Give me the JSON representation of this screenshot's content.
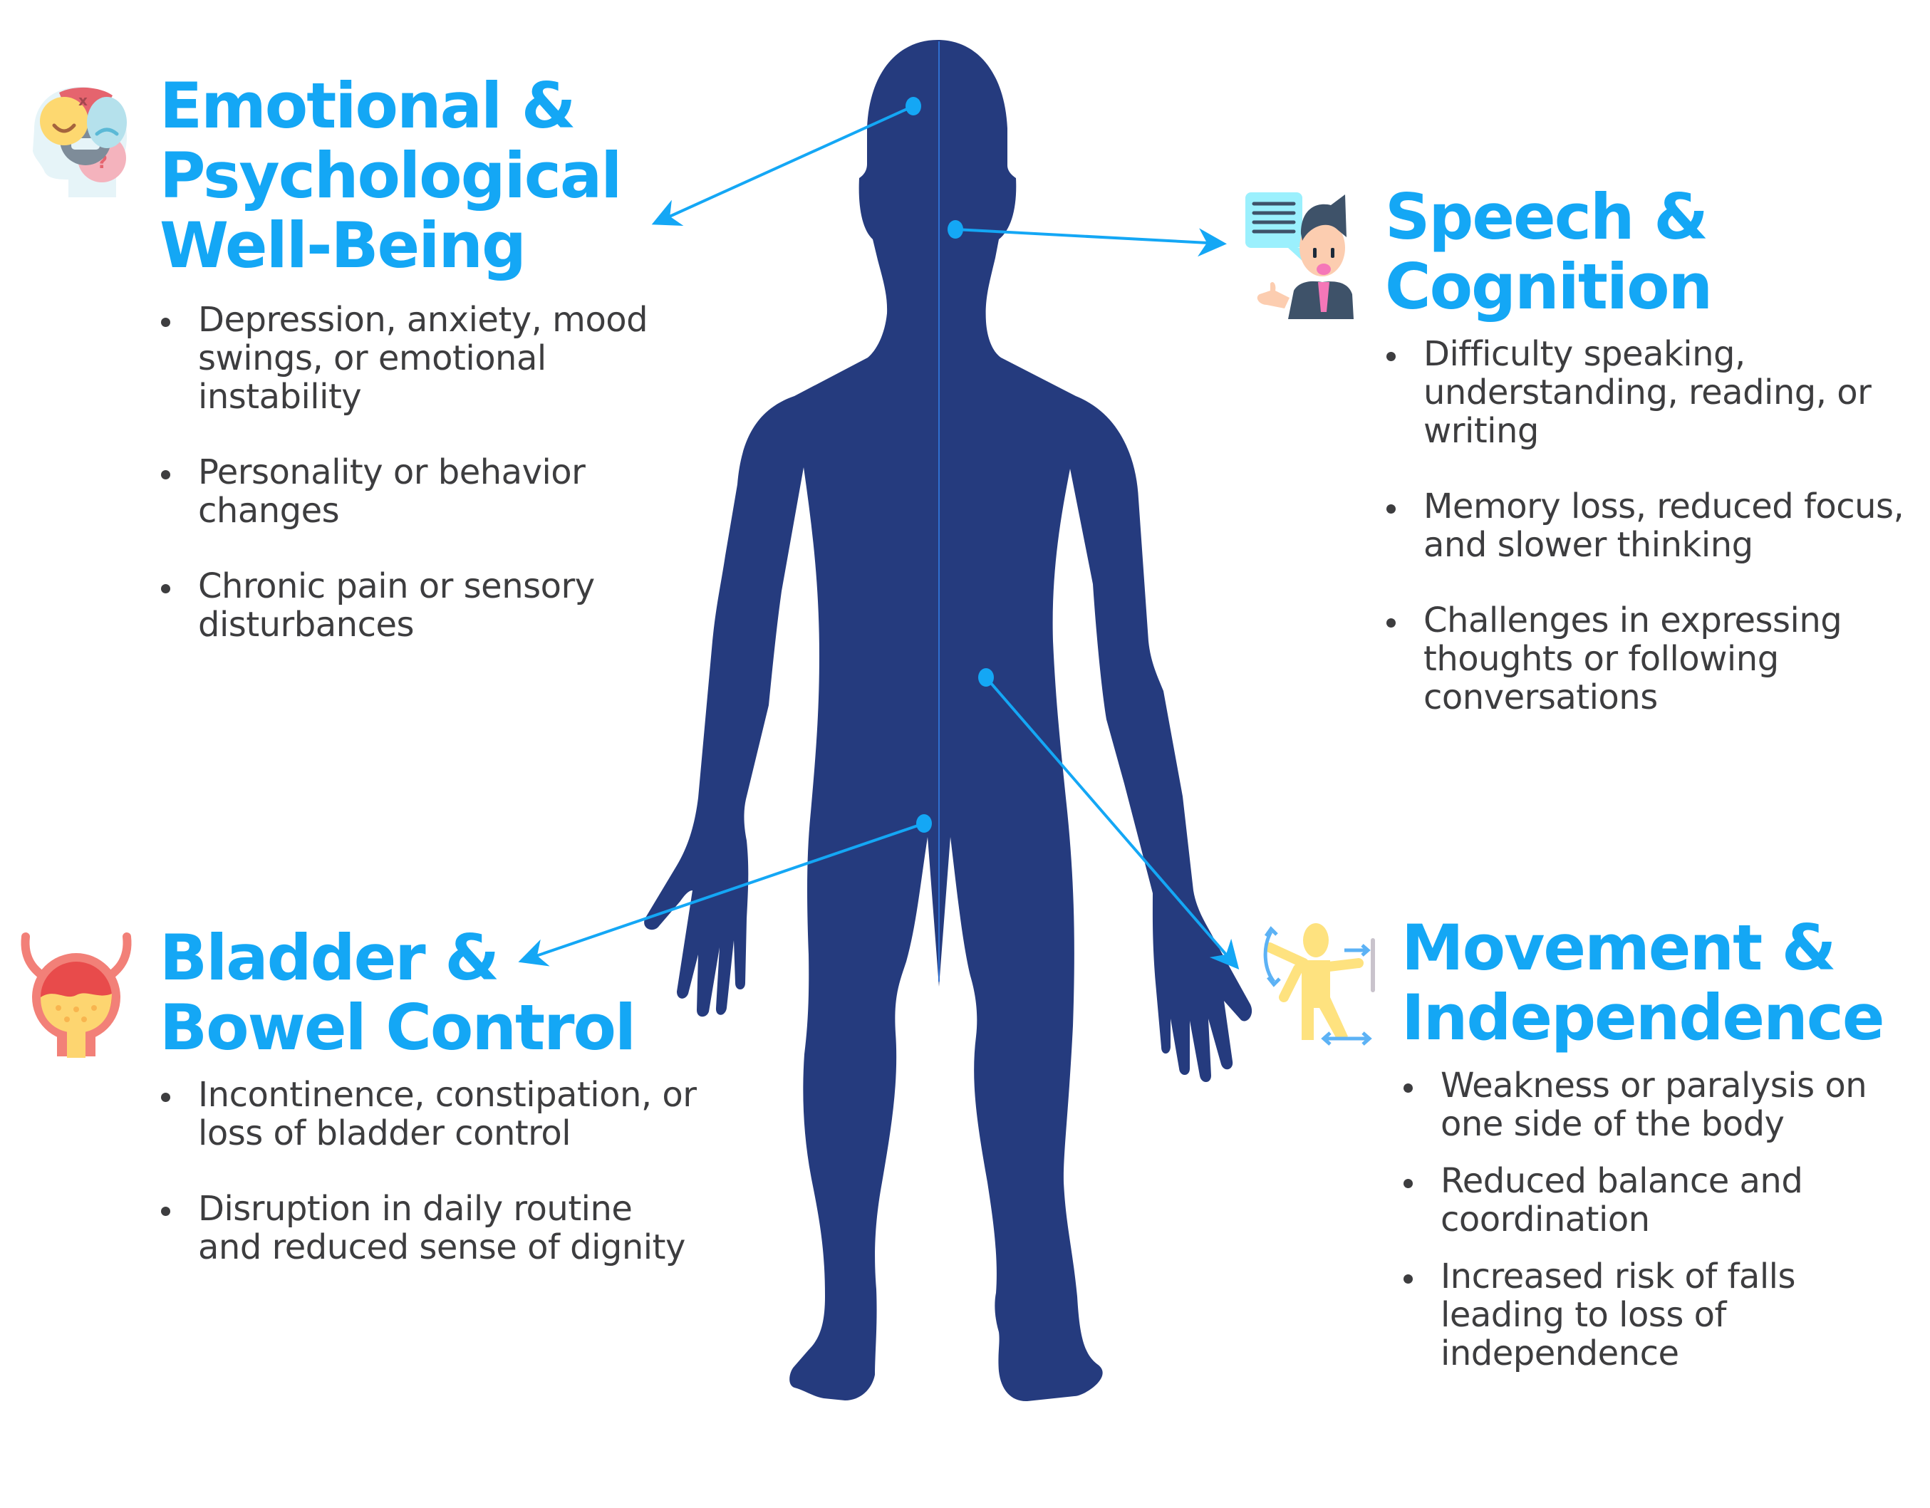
{
  "colors": {
    "accent": "#14a7f5",
    "body": "#253b7e",
    "text": "#3d3d3f"
  },
  "sections": [
    {
      "id": "emotional",
      "icon": "head-emotions-icon",
      "title_lines": [
        "Emotional &",
        "Psychological",
        "Well-Being"
      ],
      "bullets": [
        "Depression, anxiety, mood swings, or emotional instability",
        "Personality or behavior changes",
        "Chronic pain or sensory disturbances"
      ]
    },
    {
      "id": "speech",
      "icon": "speaking-person-icon",
      "title_lines": [
        "Speech &",
        "Cognition"
      ],
      "bullets": [
        "Difficulty speaking, understanding, reading, or writing",
        "Memory loss, reduced focus, and slower thinking",
        "Challenges in expressing thoughts or following conversations"
      ]
    },
    {
      "id": "bladder",
      "icon": "bladder-icon",
      "title_lines": [
        "Bladder &",
        "Bowel Control"
      ],
      "bullets": [
        "Incontinence, constipation, or loss of bladder control",
        "Disruption in daily routine and reduced sense of dignity"
      ]
    },
    {
      "id": "movement",
      "icon": "movement-balance-icon",
      "title_lines": [
        "Movement &",
        "Independence"
      ],
      "bullets": [
        "Weakness or paralysis on one side of the body",
        "Reduced balance and coordination",
        "Increased risk of falls leading to loss of independence"
      ]
    }
  ],
  "connectors": [
    {
      "from": "head",
      "to": "emotional"
    },
    {
      "from": "jaw",
      "to": "speech"
    },
    {
      "from": "lower-abdomen",
      "to": "bladder"
    },
    {
      "from": "abdomen",
      "to": "movement"
    }
  ]
}
